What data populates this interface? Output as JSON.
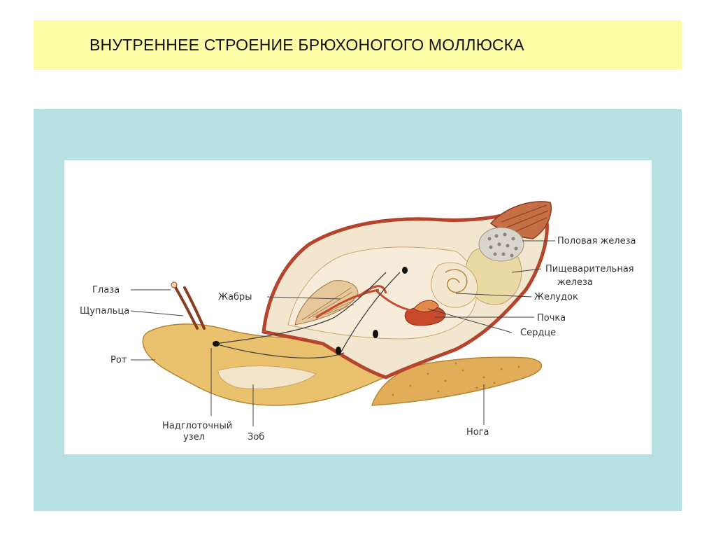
{
  "title": "ВНУТРЕННЕЕ СТРОЕНИЕ БРЮХОНОГОГО МОЛЛЮСКА",
  "colors": {
    "banner": "#fdfca6",
    "panel": "#b6e0e1",
    "body": "#e8c06a",
    "shell_rim": "#b5442c",
    "organ_red": "#c94a2a"
  },
  "labels": {
    "eyes": "Глаза",
    "tentacles": "Щупальца",
    "mouth": "Рот",
    "ganglion_line1": "Надглоточный",
    "ganglion_line2": "узел",
    "crop": "Зоб",
    "gills": "Жабры",
    "gonad": "Половая железа",
    "digestive_line1": "Пищеварительная",
    "digestive_line2": "железа",
    "stomach": "Желудок",
    "kidney": "Почка",
    "heart": "Сердце",
    "foot": "Нога"
  }
}
